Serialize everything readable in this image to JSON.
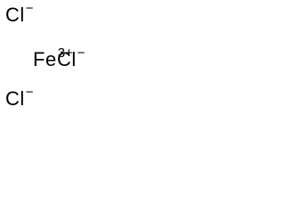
{
  "ions": {
    "cl_top": {
      "symbol": "Cl",
      "charge": "−"
    },
    "fe": {
      "symbol": "Fe",
      "charge": "3+"
    },
    "cl_right": {
      "symbol": "Cl",
      "charge": "−"
    },
    "cl_bottom": {
      "symbol": "Cl",
      "charge": "−"
    }
  }
}
